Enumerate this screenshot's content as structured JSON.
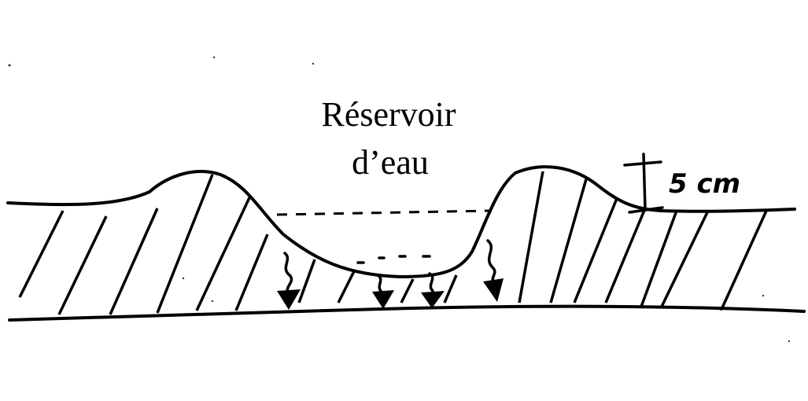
{
  "diagram": {
    "title_lines": [
      "Réservoir",
      "d’eau"
    ],
    "dimension_label": "5 cm",
    "ink_color": "#000000",
    "background_color": "#ffffff"
  }
}
